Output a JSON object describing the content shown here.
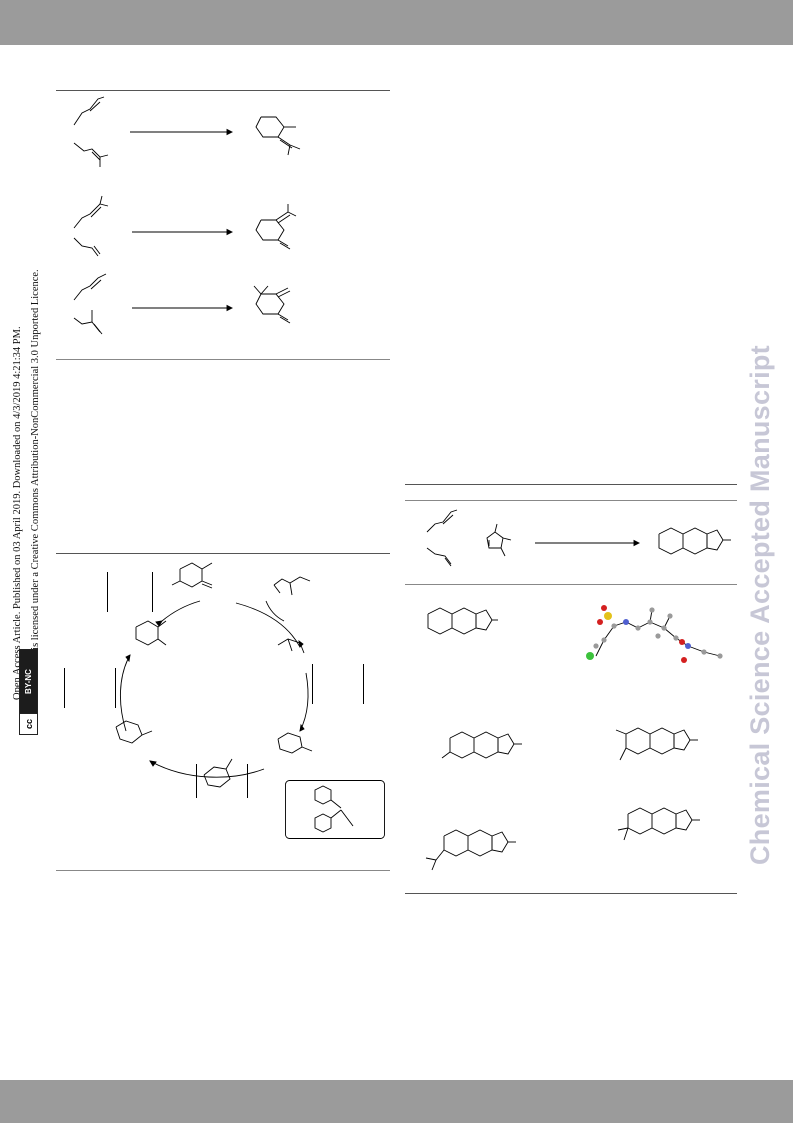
{
  "watermark": "Chemical Science Accepted Manuscript",
  "access_line": "Open Access Article. Published on 03 April 2019. Downloaded on 4/3/2019 4:21:34 PM.",
  "licence_line": "This article is licensed under a Creative Commons Attribution-NonCommercial 3.0 Unported Licence.",
  "badge": {
    "cc": "cc",
    "licence": "BY-NC"
  },
  "colors": {
    "band": "#9b9b9b",
    "watermark": "#c7c7d6",
    "sulfur": "#e3c21a",
    "oxygen": "#d42020",
    "nitrogen": "#4f5fd0",
    "chlorine": "#3cc23c",
    "carbon": "#9a9a9a"
  }
}
